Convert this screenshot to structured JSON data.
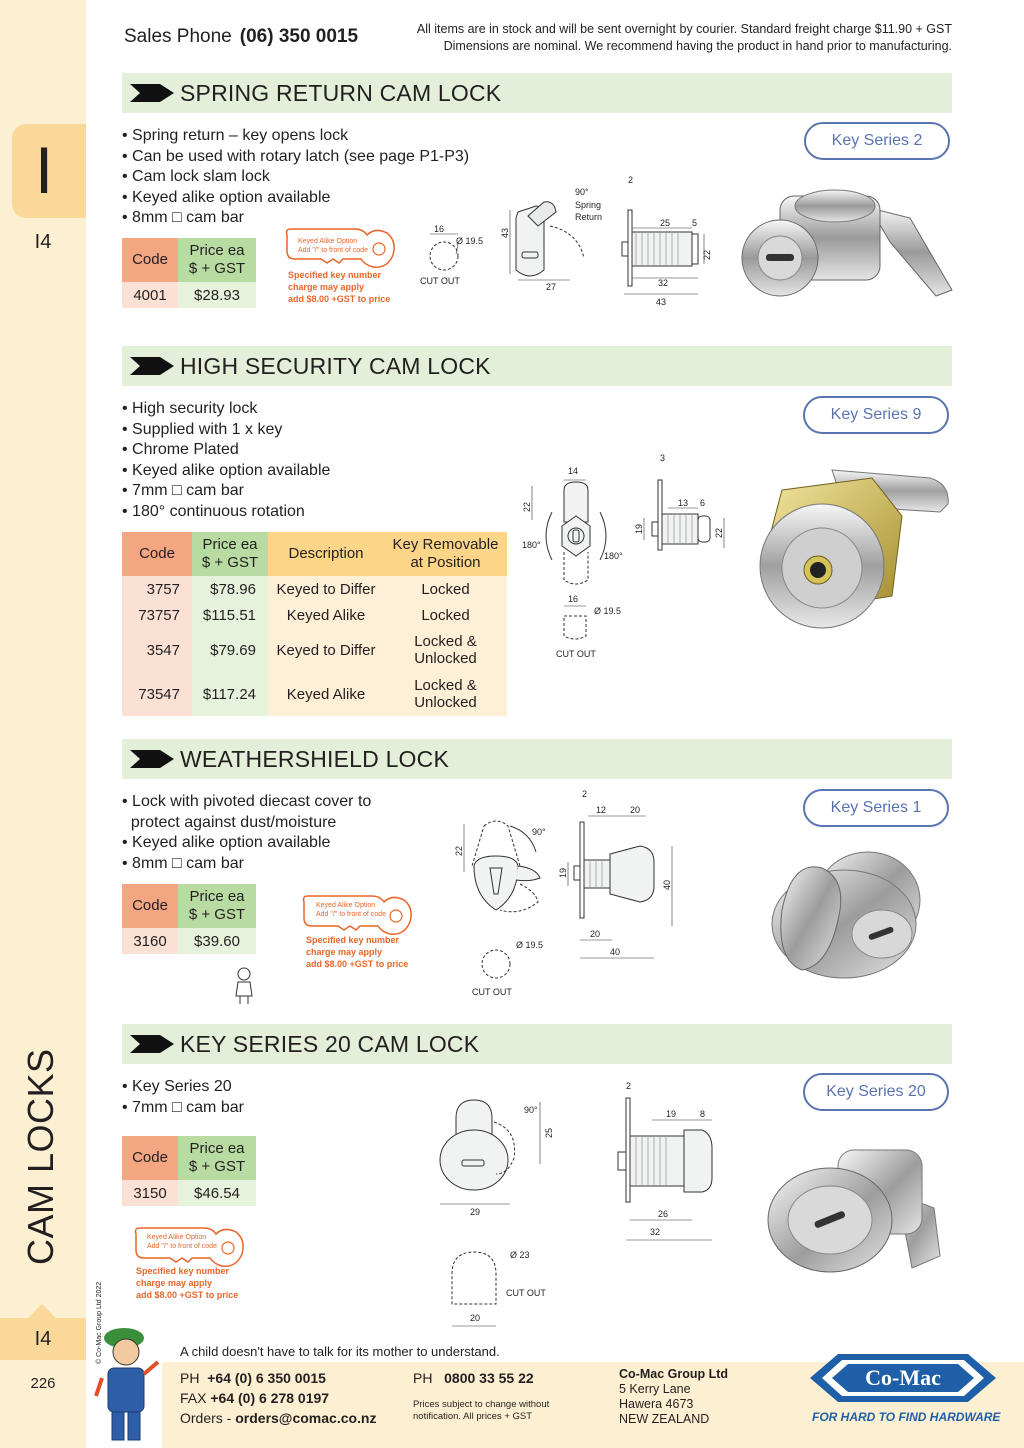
{
  "header": {
    "sales_label": "Sales Phone",
    "sales_number": "(06) 350 0015",
    "notice_line1": "All items are in stock and will be sent overnight by courier. Standard freight charge $11.90 + GST",
    "notice_line2": "Dimensions are nominal. We recommend having the product in hand prior to manufacturing."
  },
  "sidebar": {
    "tab_letter": "I",
    "page_code_top": "I4",
    "section_name": "CAM LOCKS",
    "copyright": "© Co-Mac Group Ltd 2022",
    "page_code_bottom": "I4",
    "page_number": "226"
  },
  "key_alike": {
    "line1": "Keyed Alike Option",
    "line2": "Add \"/\" to front of code",
    "note1": "Specified key number",
    "note2": "charge may apply",
    "note3": "add $8.00 +GST to price"
  },
  "sections": [
    {
      "title": "SPRING RETURN CAM LOCK",
      "key_series": "Key Series 2",
      "features": [
        "Spring return – key opens lock",
        "Can be used with rotary latch (see page P1-P3)",
        "Cam lock slam lock",
        "Keyed alike option available",
        "8mm □ cam bar"
      ],
      "table": {
        "headers": [
          "Code",
          "Price ea",
          "$ + GST"
        ],
        "rows": [
          [
            "4001",
            "$28.93"
          ]
        ]
      },
      "dims": {
        "a": "16",
        "b": "Ø 19.5",
        "cutout": "CUT OUT",
        "h43": "43",
        "w27": "27",
        "ang": "90°",
        "spring1": "Spring",
        "spring2": "Return",
        "t2": "2",
        "d25": "25",
        "d5": "5",
        "d22": "22",
        "d32": "32",
        "d43": "43"
      }
    },
    {
      "title": "HIGH SECURITY CAM LOCK",
      "key_series": "Key Series 9",
      "features": [
        "High security lock",
        "Supplied with 1 x key",
        "Chrome Plated",
        "Keyed alike option available",
        "7mm □ cam bar",
        "180° continuous rotation"
      ],
      "table": {
        "headers": [
          "Code",
          "Price ea",
          "$ + GST",
          "Description",
          "Key Removable",
          "at Position"
        ],
        "rows": [
          {
            "code": "3757",
            "price": "$78.96",
            "desc": "Keyed to Differ",
            "pos1": "Locked",
            "pos2": ""
          },
          {
            "code": "73757",
            "price": "$115.51",
            "desc": "Keyed Alike",
            "pos1": "Locked",
            "pos2": ""
          },
          {
            "code": "3547",
            "price": "$79.69",
            "desc": "Keyed to Differ",
            "pos1": "Locked &",
            "pos2": "Unlocked"
          },
          {
            "code": "73547",
            "price": "$117.24",
            "desc": "Keyed Alike",
            "pos1": "Locked &",
            "pos2": "Unlocked"
          }
        ]
      },
      "dims": {
        "d14": "14",
        "d22": "22",
        "a1": "180°",
        "a2": "180°",
        "d16": "16",
        "b": "Ø 19.5",
        "cutout": "CUT OUT",
        "d3": "3",
        "d13": "13",
        "d6": "6",
        "d19": "19",
        "d22b": "22"
      }
    },
    {
      "title": "WEATHERSHIELD LOCK",
      "key_series": "Key Series 1",
      "features": [
        "Lock with pivoted diecast cover to",
        "protect against dust/moisture",
        "Keyed alike option available",
        "8mm □ cam bar"
      ],
      "table": {
        "headers": [
          "Code",
          "Price ea",
          "$ + GST"
        ],
        "rows": [
          [
            "3160",
            "$39.60"
          ]
        ]
      },
      "dims": {
        "d22": "22",
        "ang": "90°",
        "b": "Ø 19.5",
        "cutout": "CUT OUT",
        "d2": "2",
        "d12": "12",
        "d20": "20",
        "d19": "19",
        "d40": "40",
        "d20b": "20",
        "d40b": "40"
      }
    },
    {
      "title": "KEY SERIES 20 CAM LOCK",
      "key_series": "Key Series 20",
      "features": [
        "Key Series 20",
        "7mm □ cam bar"
      ],
      "table": {
        "headers": [
          "Code",
          "Price ea",
          "$ + GST"
        ],
        "rows": [
          [
            "3150",
            "$46.54"
          ]
        ]
      },
      "dims": {
        "ang": "90°",
        "d25": "25",
        "d29": "29",
        "d2": "2",
        "d19": "19",
        "d8": "8",
        "d26": "26",
        "d32": "32",
        "b": "Ø 23",
        "cutout": "CUT OUT",
        "d20": "20"
      }
    }
  ],
  "footer": {
    "quote": "A child doesn't have to talk for its mother to understand.",
    "ph_label": "PH",
    "ph": "+64 (0) 6 350 0015",
    "fax_label": "FAX",
    "fax": "+64 (0) 6 278 0197",
    "orders_label": "Orders -",
    "orders": "orders@comac.co.nz",
    "ph2_label": "PH",
    "ph2": "0800 33 55 22",
    "prices1": "Prices subject to change without",
    "prices2": "notification. All prices + GST",
    "company": "Co-Mac Group Ltd",
    "addr1": "5 Kerry Lane",
    "addr2": "Hawera 4673",
    "addr3": "NEW ZEALAND",
    "logo": "Co-Mac",
    "tagline": "FOR HARD TO FIND HARDWARE"
  }
}
